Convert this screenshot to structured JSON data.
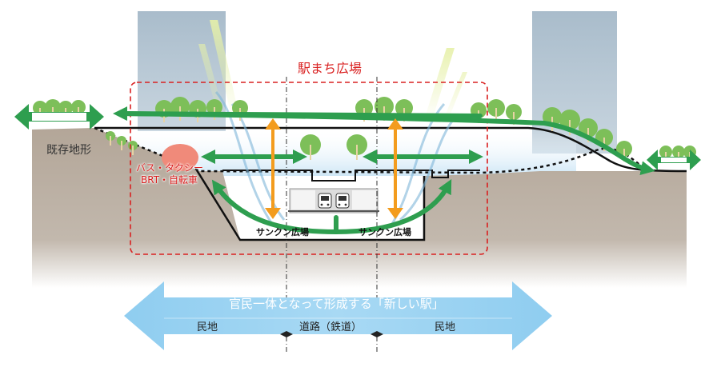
{
  "labels": {
    "plaza": "駅まち広場",
    "existing_terrain": "既存地形",
    "bus_taxi": "バス・タクシー",
    "brt_bicycle": "BRT・自転車",
    "sunken_plaza_left": "サンクン広場",
    "sunken_plaza_right": "サンクン広場",
    "banner": "官民一体となって形成する「新しい駅」",
    "zone_private_left": "民地",
    "zone_road": "道路（鉄道）",
    "zone_private_right": "民地"
  },
  "colors": {
    "green": "#2e9e4f",
    "orange": "#f39c1e",
    "red_dash": "#d92020",
    "ground": "#b3a698",
    "building": "#a9bccb",
    "banner": "#8fcdf0"
  }
}
